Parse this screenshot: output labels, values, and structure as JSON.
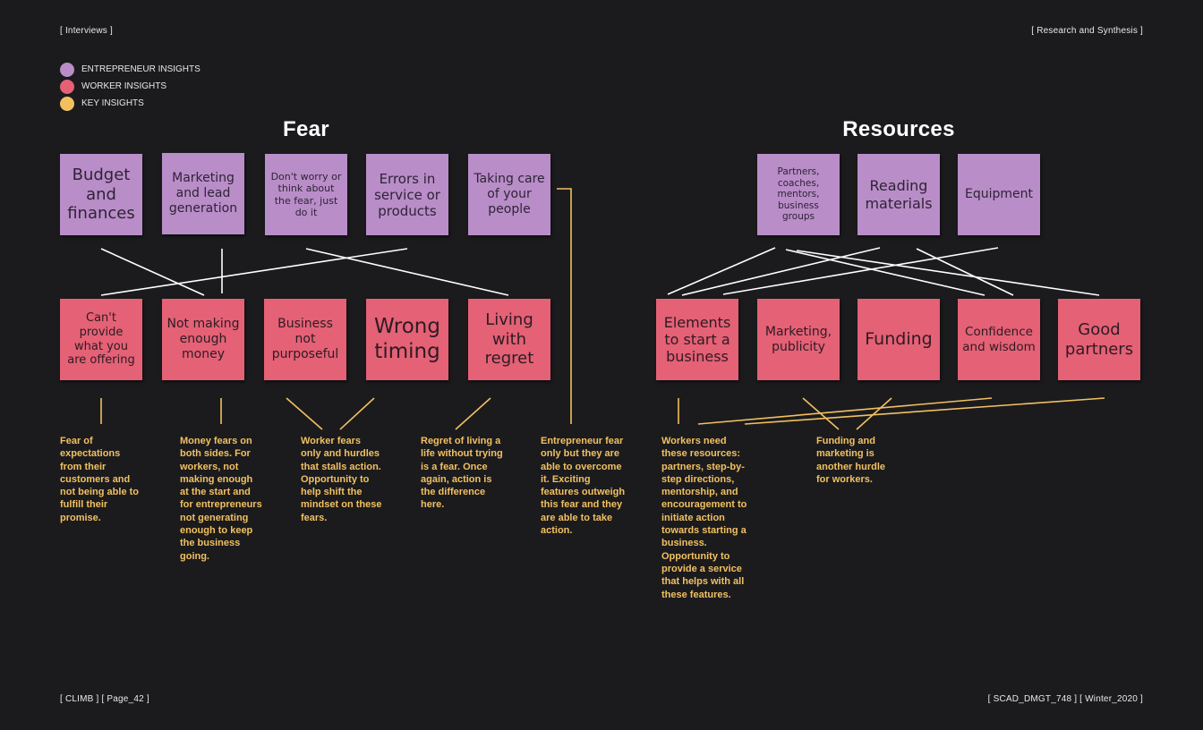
{
  "header": {
    "left": "[ Interviews ]",
    "right": "[ Research and Synthesis ]"
  },
  "footer": {
    "left": "[ CLIMB ] [ Page_42 ]",
    "right": "[ SCAD_DMGT_748 ] [ Winter_2020 ]"
  },
  "legend": [
    {
      "label": "ENTREPRENEUR INSIGHTS",
      "color": "#b98dc8"
    },
    {
      "label": "WORKER INSIGHTS",
      "color": "#e46176"
    },
    {
      "label": "KEY INSIGHTS",
      "color": "#f2c061"
    }
  ],
  "fear": {
    "title": "Fear",
    "entrepreneur_notes": [
      "Budget and finances",
      "Marketing and lead generation",
      "Don't worry or think about the fear, just do it",
      "Errors in service or products",
      "Taking care of your people"
    ],
    "worker_notes": [
      "Can't provide what you are offering",
      "Not making enough money",
      "Business not purposeful",
      "Wrong timing",
      "Living with regret"
    ],
    "insights": [
      "Fear of expectations from their customers and not being able to fulfill their promise.",
      "Money fears on both sides. For workers, not making enough at the start and for entrepreneurs not generating enough to keep the business going.",
      "Worker fears only and hurdles that stalls action. Opportunity to help shift the mindset on these fears.",
      "Regret of living a life without trying is a fear. Once again, action is the difference here.",
      "Entrepreneur fear only but they are able to overcome it. Exciting features outweigh this fear and they are able to take action."
    ]
  },
  "resources": {
    "title": "Resources",
    "entrepreneur_notes": [
      "Partners, coaches, mentors, business groups",
      "Reading materials",
      "Equipment"
    ],
    "worker_notes": [
      "Elements to start a business",
      "Marketing, publicity",
      "Funding",
      "Confidence and wisdom",
      "Good partners"
    ],
    "insights": [
      "Workers need these resources: partners, step-by-step directions, mentorship, and encouragement to initiate action towards starting a business. Opportunity to provide a service that helps with all these features.",
      "Funding and marketing is another hurdle for workers."
    ]
  },
  "colors": {
    "background": "#1b1b1d",
    "entrepreneur": "#b98dc8",
    "worker": "#e46176",
    "key": "#f2c061",
    "connector": "#ffffff"
  }
}
